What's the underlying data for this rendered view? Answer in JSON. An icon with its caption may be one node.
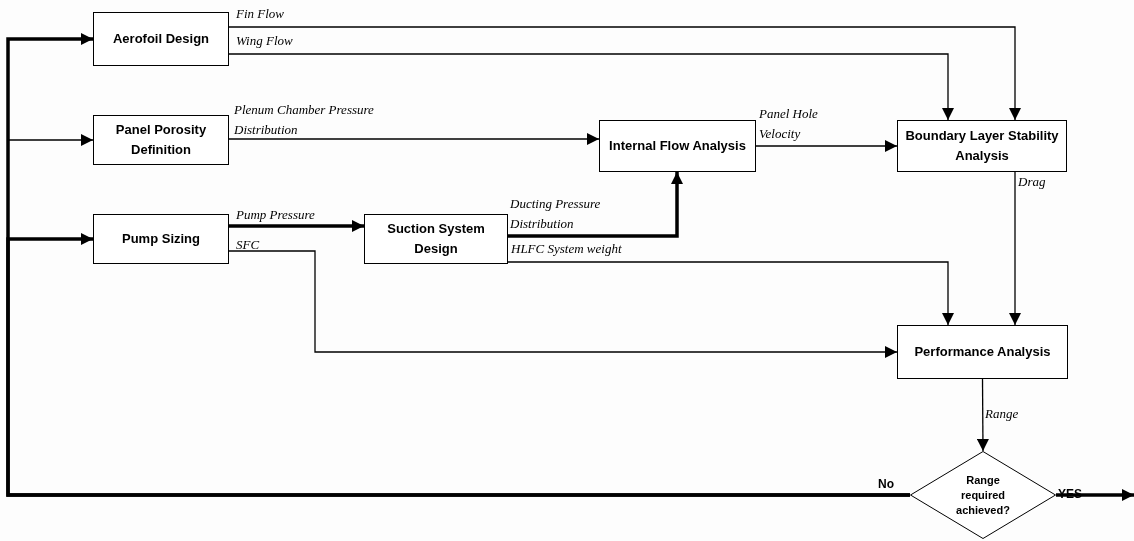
{
  "diagram": {
    "nodes": [
      {
        "text": [
          "Aerofoil Design"
        ]
      },
      {
        "text": [
          "Panel Porosity Definition"
        ]
      },
      {
        "text": [
          "Pump Sizing"
        ]
      },
      {
        "text": [
          "Suction System Design"
        ]
      },
      {
        "text": [
          "Internal Flow Analysis"
        ]
      },
      {
        "text": [
          "Boundary Layer Stability Analysis"
        ]
      },
      {
        "text": [
          "Performance Analysis"
        ]
      },
      {
        "text": [
          "Range required achieved?"
        ]
      }
    ],
    "edges": [
      {
        "from": 7,
        "to": 0,
        "arrow": "to",
        "label": "No",
        "style": "thick"
      },
      {
        "from": 7,
        "to": 1,
        "arrow": "to"
      },
      {
        "from": 7,
        "to": 2,
        "arrow": "to",
        "style": "thick"
      },
      {
        "from": 0,
        "to": 5,
        "arrow": "to",
        "label": "Fin Flow"
      },
      {
        "from": 0,
        "to": 5,
        "arrow": "to",
        "label": "Wing Flow"
      },
      {
        "from": 1,
        "to": 4,
        "arrow": "to",
        "label": "Plenum Chamber Pressure Distribution"
      },
      {
        "from": 4,
        "to": 5,
        "arrow": "to",
        "label": "Panel Hole Velocity"
      },
      {
        "from": 2,
        "to": 3,
        "arrow": "to",
        "label": "Pump Pressure",
        "style": "thick"
      },
      {
        "from": 2,
        "to": 6,
        "arrow": "to",
        "label": "SFC"
      },
      {
        "from": 3,
        "to": 4,
        "arrow": "to",
        "label": "Ducting Pressure Distribution",
        "style": "thick"
      },
      {
        "from": 3,
        "to": 6,
        "arrow": "to",
        "label": "HLFC System weight"
      },
      {
        "from": 5,
        "to": 6,
        "arrow": "to",
        "label": "Drag"
      },
      {
        "from": 6,
        "to": 7,
        "arrow": "to",
        "label": "Range"
      },
      {
        "from": 7,
        "to": null,
        "arrow": "to",
        "label": "YES",
        "style": "thick"
      }
    ]
  }
}
